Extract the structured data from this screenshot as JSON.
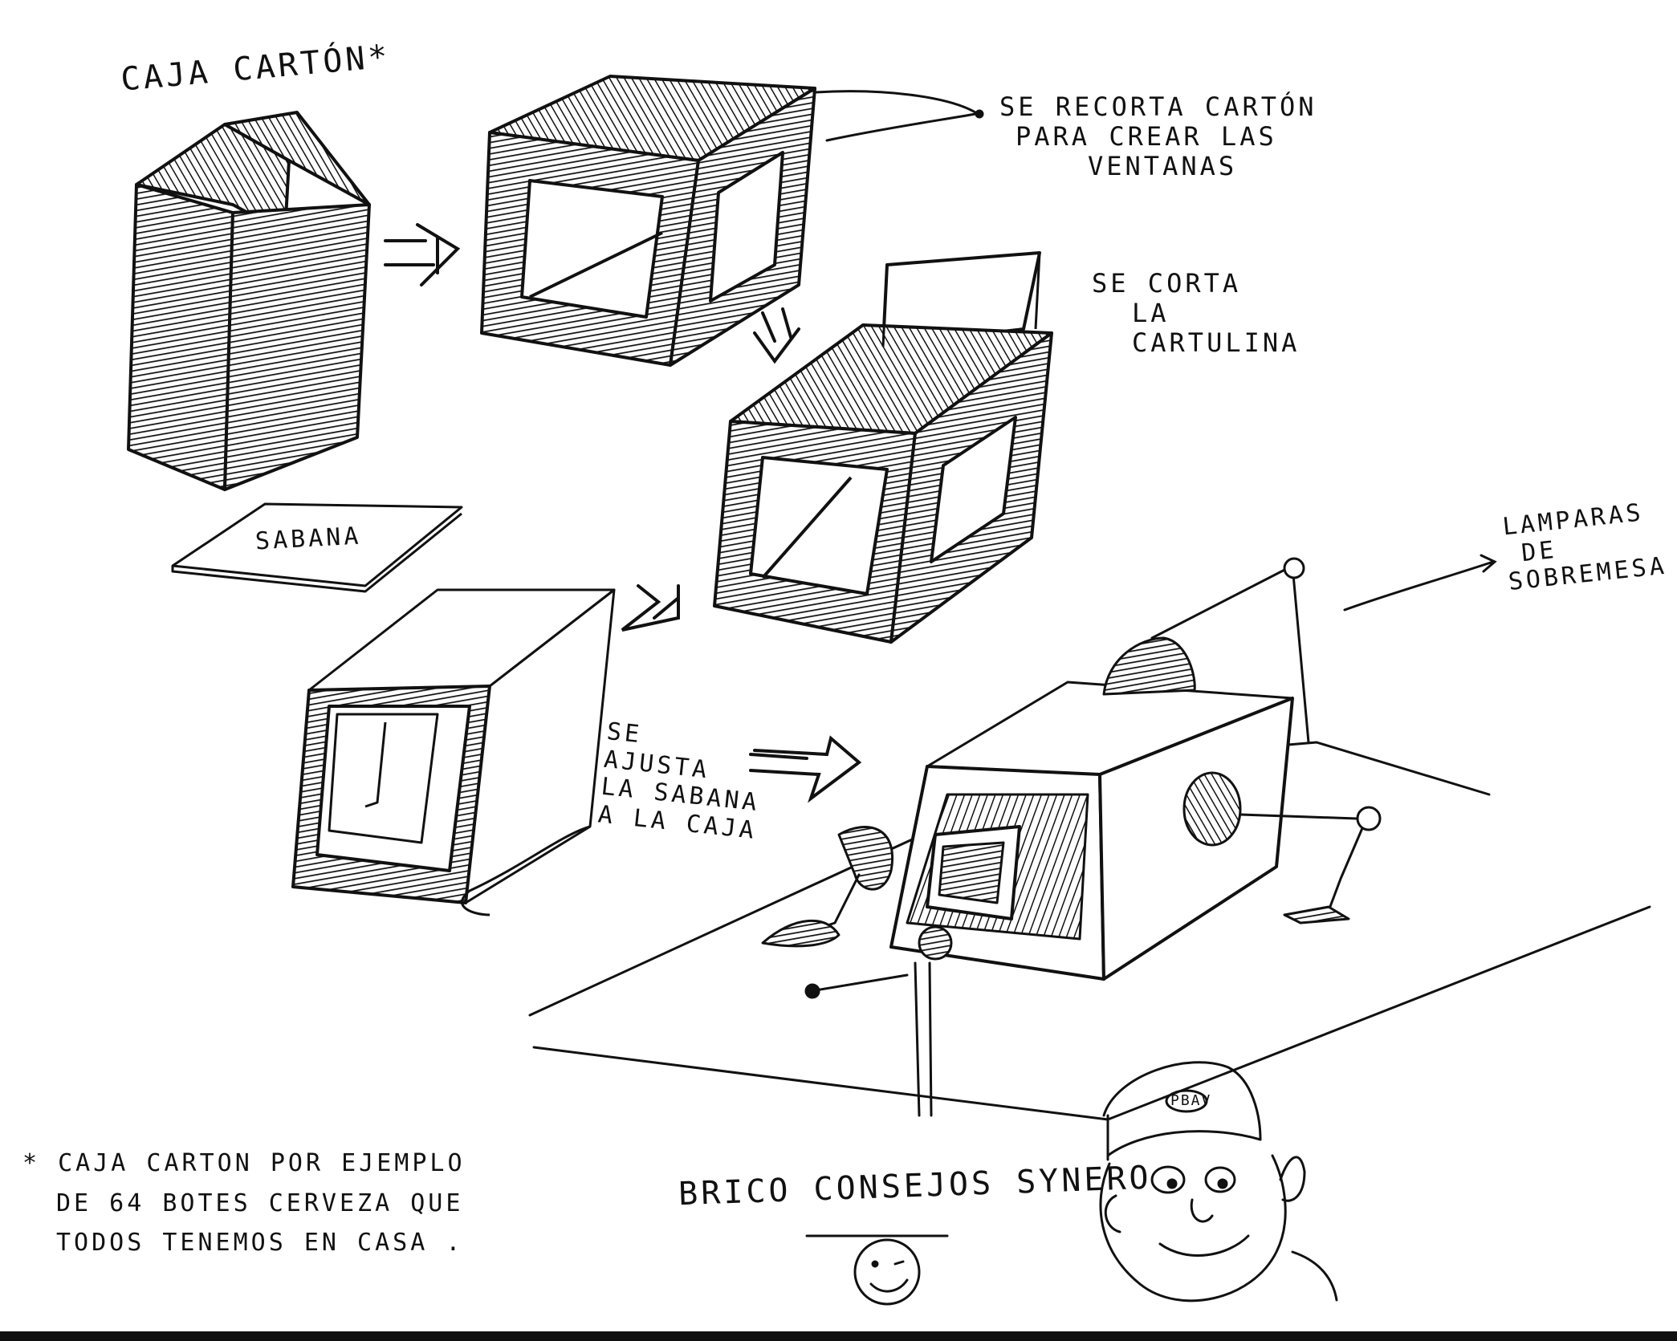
{
  "labels": {
    "caja_carton": "CAJA CARTÓN",
    "asterisk": "*",
    "recorta_1": "SE RECORTA CARTÓN",
    "recorta_2": "PARA CREAR LAS",
    "recorta_3": "VENTANAS",
    "corta_1": "SE CORTA",
    "corta_2": "LA",
    "corta_3": "CARTULINA",
    "jabana": "SABANA",
    "ajusta_1": "SE",
    "ajusta_2": "AJUSTA",
    "ajusta_3": "LA SABANA",
    "ajusta_4": "A LA CAJA",
    "lamparas_1": "LAMPARAS",
    "lamparas_2": "DE",
    "lamparas_3": "SOBREMESA",
    "footnote_1": "* CAJA CARTON POR EJEMPLO",
    "footnote_2": "DE 64 BOTES CERVEZA QUE",
    "footnote_3": "TODOS TENEMOS EN CASA .",
    "signature": "BRICO CONSEJOS SYNERO",
    "cap_text": "PBAV"
  },
  "colors": {
    "ink": "#111111",
    "paper": "#ffffff",
    "hatch": "#1a1a1a"
  }
}
